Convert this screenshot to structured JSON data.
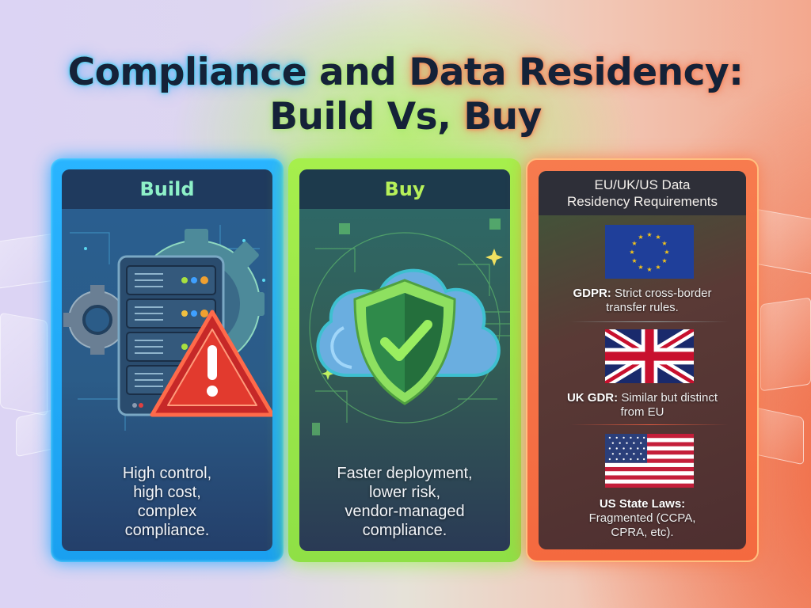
{
  "title": {
    "line1_part1": "Compliance",
    "line1_part2": "and",
    "line1_part3": "Data Residency:",
    "line2_part1": "Build Vs,",
    "line2_part2": "Buy"
  },
  "cards": [
    {
      "id": "build",
      "heading": "Build",
      "icon": "server-gear-warning-icon",
      "description_lines": [
        "High control,",
        "high cost,",
        "complex",
        "compliance."
      ],
      "accent": "#1aa0f0"
    },
    {
      "id": "buy",
      "heading": "Buy",
      "icon": "cloud-shield-check-icon",
      "description_lines": [
        "Faster deployment,",
        "lower risk,",
        "vendor-managed",
        "compliance."
      ],
      "accent": "#8fe046"
    },
    {
      "id": "residency",
      "heading_lines": [
        "EU/UK/US Data",
        "Residency Requirements"
      ],
      "accent": "#f4693f",
      "regions": [
        {
          "flag": "eu-flag-icon",
          "label": "GDPR:",
          "text_lines": [
            "Strict cross-border",
            "transfer rules."
          ]
        },
        {
          "flag": "uk-flag-icon",
          "label": "UK GDR:",
          "text_lines": [
            "Similar but distinct",
            "from EU"
          ]
        },
        {
          "flag": "us-flag-icon",
          "label": "US State Laws:",
          "text_lines": [
            "Fragmented (CCPA,",
            "CPRA, etc)."
          ]
        }
      ]
    }
  ]
}
